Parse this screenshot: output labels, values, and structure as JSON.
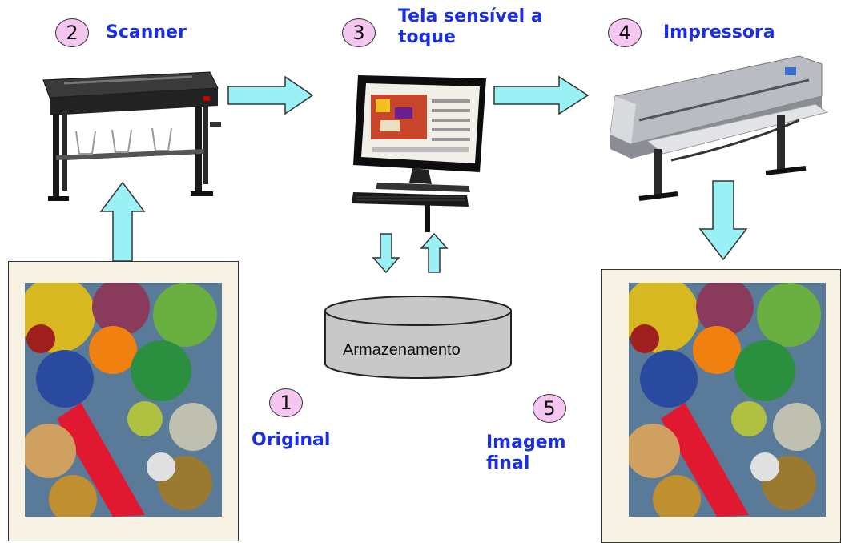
{
  "steps": [
    {
      "num": "1",
      "label": "Original"
    },
    {
      "num": "2",
      "label": "Scanner"
    },
    {
      "num": "3",
      "label": "Tela sensível a toque"
    },
    {
      "num": "4",
      "label": "Impressora"
    },
    {
      "num": "5",
      "label": "Imagem final"
    }
  ],
  "storage": {
    "label": "Armazenamento"
  },
  "colors": {
    "arrow": "#99f0f5",
    "badge": "#f4c6f0",
    "label": "#1a2ee6",
    "frame": "#f7f2e3",
    "storage": "#c8c8c8"
  }
}
